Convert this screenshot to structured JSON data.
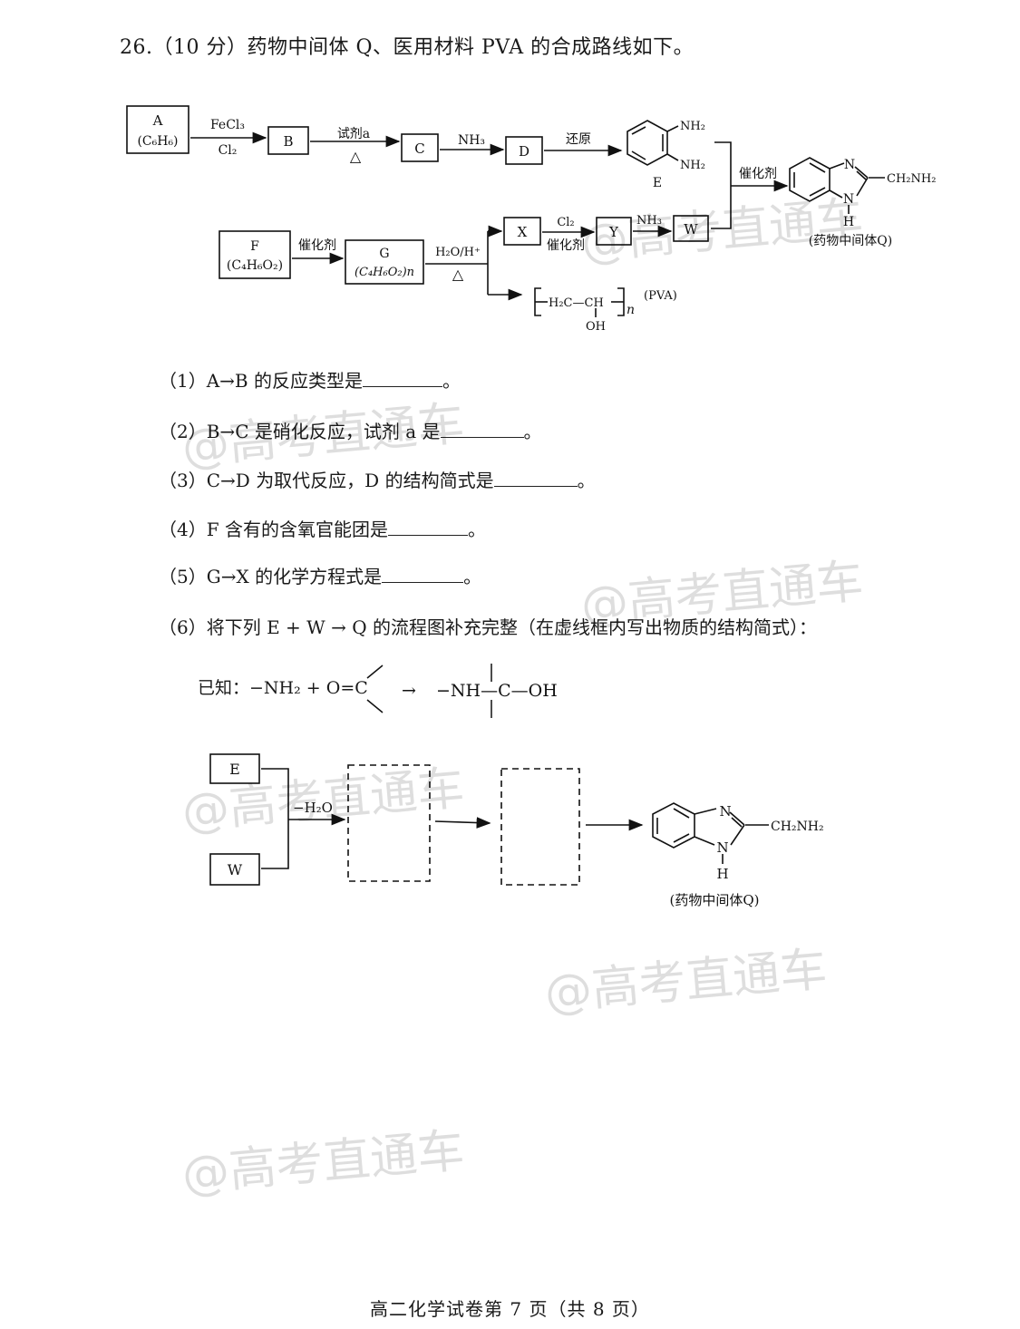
{
  "question": {
    "title": "26.（10 分）药物中间体 Q、医用材料 PVA 的合成路线如下。"
  },
  "route": {
    "A_label": "A",
    "A_formula": "(C₆H₆)",
    "A_to_B_reagent_top": "FeCl₃",
    "A_to_B_reagent_bottom": "Cl₂",
    "B_label": "B",
    "B_to_C_reagent_top": "试剂a",
    "B_to_C_reagent_bottom": "△",
    "C_label": "C",
    "C_to_D_reagent": "NH₃",
    "D_label": "D",
    "D_to_E_reagent": "还原",
    "E_label": "E",
    "E_group_top": "NH₂",
    "E_group_bottom": "NH₂",
    "to_Q_catalyst": "催化剂",
    "Q_N_top": "N",
    "Q_N_bottom": "N",
    "Q_H": "H",
    "Q_substituent": "CH₂NH₂",
    "Q_caption": "(药物中间体Q)",
    "F_label": "F",
    "F_formula": "(C₄H₆O₂)",
    "F_to_G_catalyst": "催化剂",
    "G_label": "G",
    "G_formula": "(C₄H₆O₂)n",
    "G_hydrolysis_top": "H₂O/H⁺",
    "G_hydrolysis_bottom": "△",
    "X_label": "X",
    "X_to_Y_reagent_top": "Cl₂",
    "X_to_Y_reagent_bottom": "催化剂",
    "Y_label": "Y",
    "Y_to_W_reagent": "NH₃",
    "W_label": "W",
    "PVA_chain": "H₂C—CH",
    "PVA_OH": "OH",
    "PVA_n": "n",
    "PVA_label": "(PVA)"
  },
  "subquestions": [
    {
      "label": "（1）",
      "text": "A→B 的反应类型是",
      "end": "。"
    },
    {
      "label": "（2）",
      "text": "B→C 是硝化反应，试剂 a 是",
      "end": "。"
    },
    {
      "label": "（3）",
      "text": "C→D 为取代反应，D 的结构简式是",
      "end": "。"
    },
    {
      "label": "（4）",
      "text": "F 含有的含氧官能团是",
      "end": "。"
    },
    {
      "label": "（5）",
      "text": "G→X 的化学方程式是",
      "end": "。"
    },
    {
      "label": "（6）",
      "text": "将下列 E + W → Q 的流程图补充完整（在虚线框内写出物质的结构简式）：",
      "end": ""
    }
  ],
  "known": {
    "prefix": "已知：",
    "lhs": "−NH₂ + O=C",
    "arrow": "→",
    "rhs_left": "−NH—C—OH"
  },
  "flow": {
    "E_label": "E",
    "W_label": "W",
    "condition": "−H₂O",
    "Q_N_top": "N",
    "Q_N_bottom": "N",
    "Q_H": "H",
    "Q_substituent": "CH₂NH₂",
    "Q_caption": "(药物中间体Q)"
  },
  "watermark": "@高考直通车",
  "footer": "高二化学试卷第 7 页（共 8 页）"
}
